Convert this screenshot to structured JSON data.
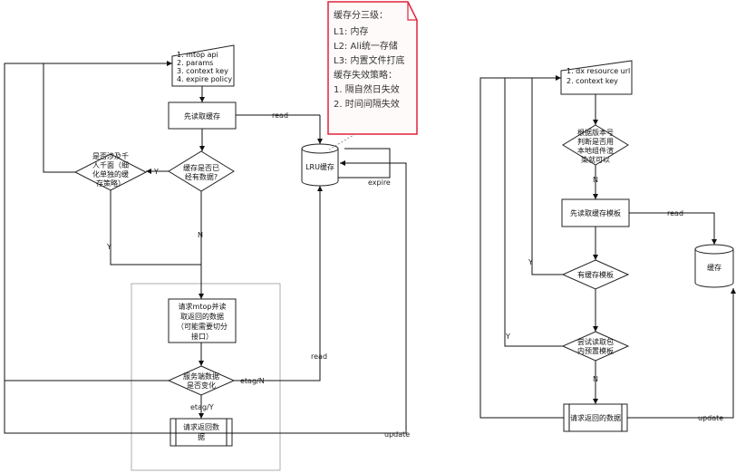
{
  "left": {
    "input": [
      "1. mtop api",
      "2. params",
      "3. context key",
      "4. expire policy"
    ],
    "read_cache": "先读取缓存",
    "has_data": [
      "缓存是否已",
      "经有数据?"
    ],
    "big_data": [
      "是否涉及千",
      "人千面（细",
      "化单独的缓",
      "存策略）"
    ],
    "request": [
      "请求mtop并读",
      "取返回的数据",
      "（可能需要切分",
      "接口）"
    ],
    "changed": [
      "服务端数据",
      "是否变化"
    ],
    "return_data": [
      "请求返回数",
      "据"
    ],
    "lru": "LRU缓存",
    "labels": {
      "read_top": "read",
      "y_big": "Y",
      "y_left": "Y",
      "n_mid": "N",
      "expire": "expire",
      "read_mid": "read",
      "etag_n": "etag/N",
      "etag_y": "etag/Y",
      "update": "update"
    }
  },
  "note": {
    "lines": [
      "缓存分三级：",
      "L1: 内存",
      "L2: Ali统一存储",
      "L3: 内置文件打底",
      "缓存失效策略：",
      "1. 隔自然日失效",
      "2. 时间间隔失效"
    ]
  },
  "right": {
    "input": [
      "1. dx resource url",
      "2. context key"
    ],
    "version_check": [
      "根据版本号",
      "判断是否用",
      "本地组件渲",
      "染就可以"
    ],
    "read_template": "先读取缓存模板",
    "has_template": "有缓存模板",
    "try_builtin": [
      "尝试读取包",
      "内预置模板"
    ],
    "return_data": "请求返回的数据",
    "cache": "缓存",
    "labels": {
      "n_top": "N",
      "read": "read",
      "y_top": "Y",
      "y_low": "Y",
      "n_low": "N",
      "update": "update"
    }
  }
}
